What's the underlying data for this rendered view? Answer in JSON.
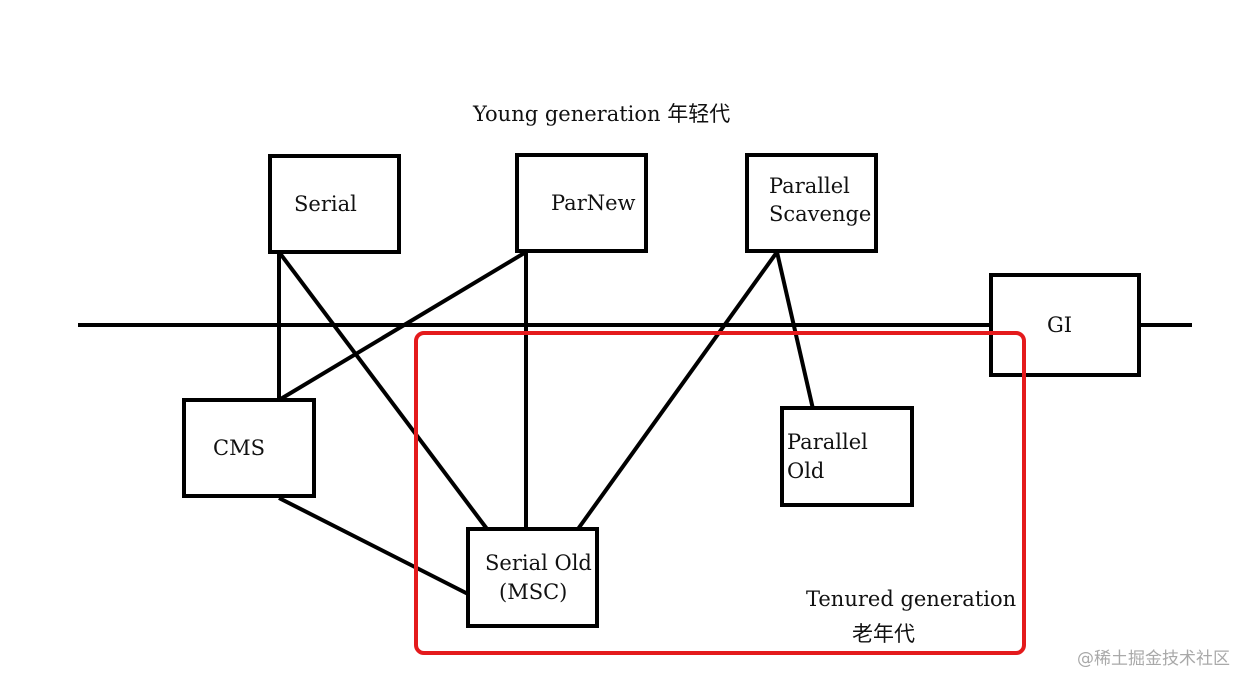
{
  "young_generation_label": "Young generation 年轻代",
  "tenured_generation_label": "Tenured generation",
  "tenured_generation_label_cn": "老年代",
  "collectors": {
    "serial": "Serial",
    "parnew": "ParNew",
    "parallel_scavenge_line1": "Parallel",
    "parallel_scavenge_line2": "Scavenge",
    "g1": "GI",
    "cms": "CMS",
    "parallel_old": "Parallel Old",
    "serial_old_line1": "Serial Old",
    "serial_old_line2": "(MSC)"
  },
  "links": [
    [
      "Serial",
      "CMS"
    ],
    [
      "Serial",
      "Serial Old"
    ],
    [
      "ParNew",
      "CMS"
    ],
    [
      "ParNew",
      "Serial Old"
    ],
    [
      "Parallel Scavenge",
      "Serial Old"
    ],
    [
      "Parallel Scavenge",
      "Parallel Old"
    ],
    [
      "CMS",
      "Serial Old"
    ]
  ],
  "highlight_color": "#e41a1c",
  "watermark": "@稀土掘金技术社区"
}
